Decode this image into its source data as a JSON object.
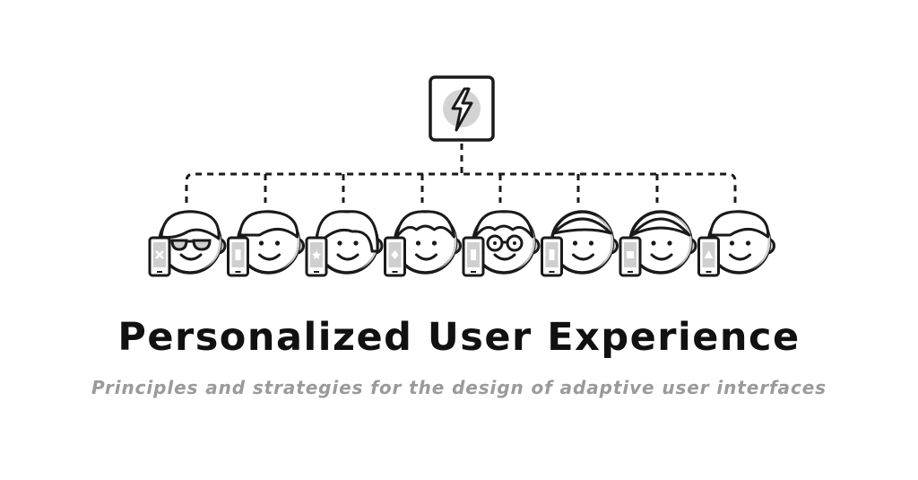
{
  "header": {
    "title": "Personalized User Experience",
    "subtitle": "Principles and strategies for the design of adaptive user interfaces"
  },
  "illustration": {
    "hub_icon": "lightning-bolt-icon",
    "users": [
      {
        "name": "user-1",
        "accessory": "sunglasses",
        "hair": "side-bangs",
        "phone_glyph": "cross"
      },
      {
        "name": "user-2",
        "accessory": "none",
        "hair": "side-swept",
        "phone_glyph": "rectangle"
      },
      {
        "name": "user-3",
        "accessory": "none",
        "hair": "long",
        "phone_glyph": "star"
      },
      {
        "name": "user-4",
        "accessory": "none",
        "hair": "curly",
        "phone_glyph": "diamond"
      },
      {
        "name": "user-5",
        "accessory": "round-glasses",
        "hair": "curly",
        "phone_glyph": "rectangle"
      },
      {
        "name": "user-6",
        "accessory": "none",
        "hair": "short",
        "phone_glyph": "rectangle"
      },
      {
        "name": "user-7",
        "accessory": "none",
        "hair": "headband",
        "phone_glyph": "square"
      },
      {
        "name": "user-8",
        "accessory": "none",
        "hair": "side-swept",
        "phone_glyph": "triangle"
      }
    ],
    "colors": {
      "stroke": "#1a1a1a",
      "shade": "#cfcfcf",
      "title": "#111111",
      "subtitle": "#9a9a9a"
    }
  }
}
